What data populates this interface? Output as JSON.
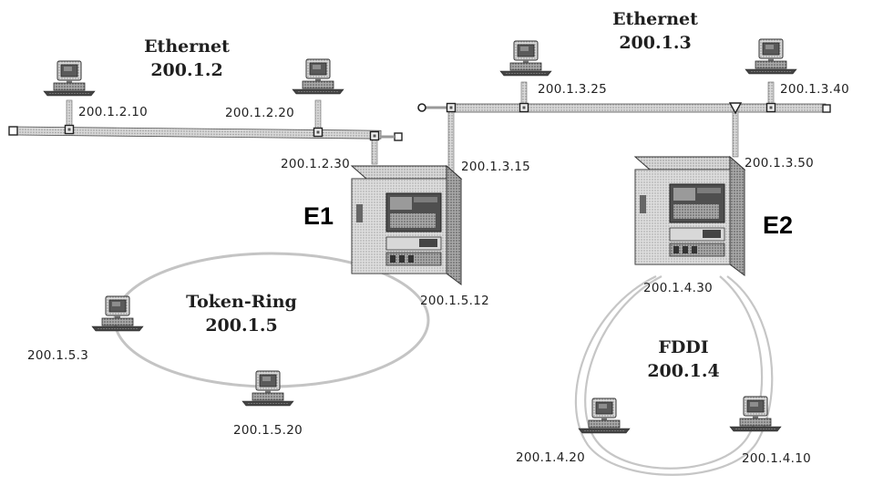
{
  "networks": {
    "eth2": {
      "name": "Ethernet",
      "addr": "200.1.2"
    },
    "eth3": {
      "name": "Ethernet",
      "addr": "200.1.3"
    },
    "tr": {
      "name": "Token-Ring",
      "addr": "200.1.5"
    },
    "fddi": {
      "name": "FDDI",
      "addr": "200.1.4"
    }
  },
  "routers": {
    "e1": "E1",
    "e2": "E2"
  },
  "ips": {
    "h_2_10": "200.1.2.10",
    "h_2_20": "200.1.2.20",
    "e1_2_30": "200.1.2.30",
    "e1_3_15": "200.1.3.15",
    "h_3_25": "200.1.3.25",
    "h_3_40": "200.1.3.40",
    "e2_3_50": "200.1.3.50",
    "e1_5_12": "200.1.5.12",
    "e2_4_30": "200.1.4.30",
    "h_5_3": "200.1.5.3",
    "h_5_20": "200.1.5.20",
    "h_4_20": "200.1.4.20",
    "h_4_10": "200.1.4.10"
  },
  "colors": {
    "cable": "#bdbdbd",
    "device": "#8a8a8a",
    "ring": "#c4c4c4"
  }
}
